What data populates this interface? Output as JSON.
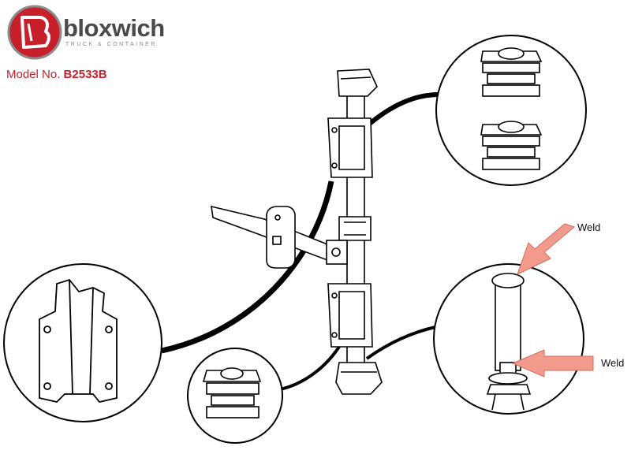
{
  "brand": {
    "name": "bloxwich",
    "tagline": "TRUCK & CONTAINER",
    "accent": "#c8202a"
  },
  "model": {
    "label": "Model No.",
    "number": "B2533B"
  },
  "callouts": {
    "weld_top": "Weld",
    "weld_bottom": "Weld",
    "arrow_color": "#f29a8c"
  }
}
